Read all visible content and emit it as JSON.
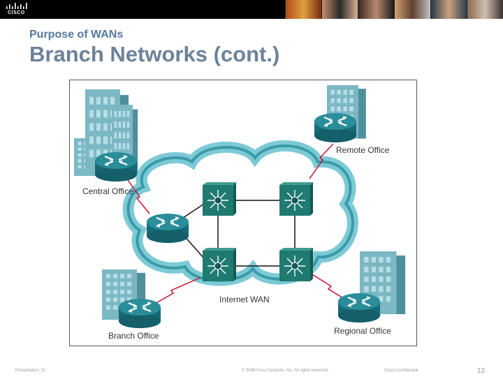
{
  "header": {
    "logo_text": "CISCO",
    "subtitle": "Purpose of WANs",
    "title": "Branch Networks (cont.)"
  },
  "diagram": {
    "labels": {
      "central_office": "Central Office",
      "remote_office": "Remote Office",
      "branch_office": "Branch Office",
      "regional_office": "Regional Office",
      "internet_wan": "Internet WAN"
    },
    "colors": {
      "cloud": "#5eb6c3",
      "building": "#6aaab7",
      "router": "#1f7a87",
      "switch": "#1d7a70",
      "serial_link": "#c8102e"
    },
    "icons": [
      "router-icon",
      "multilayer-switch-icon",
      "building-icon",
      "serial-link-icon",
      "cloud-icon"
    ]
  },
  "footer": {
    "left": "Presentation_ID",
    "center": "© 2008 Cisco Systems, Inc. All rights reserved.",
    "right": "Cisco Confidential",
    "page": "12"
  }
}
